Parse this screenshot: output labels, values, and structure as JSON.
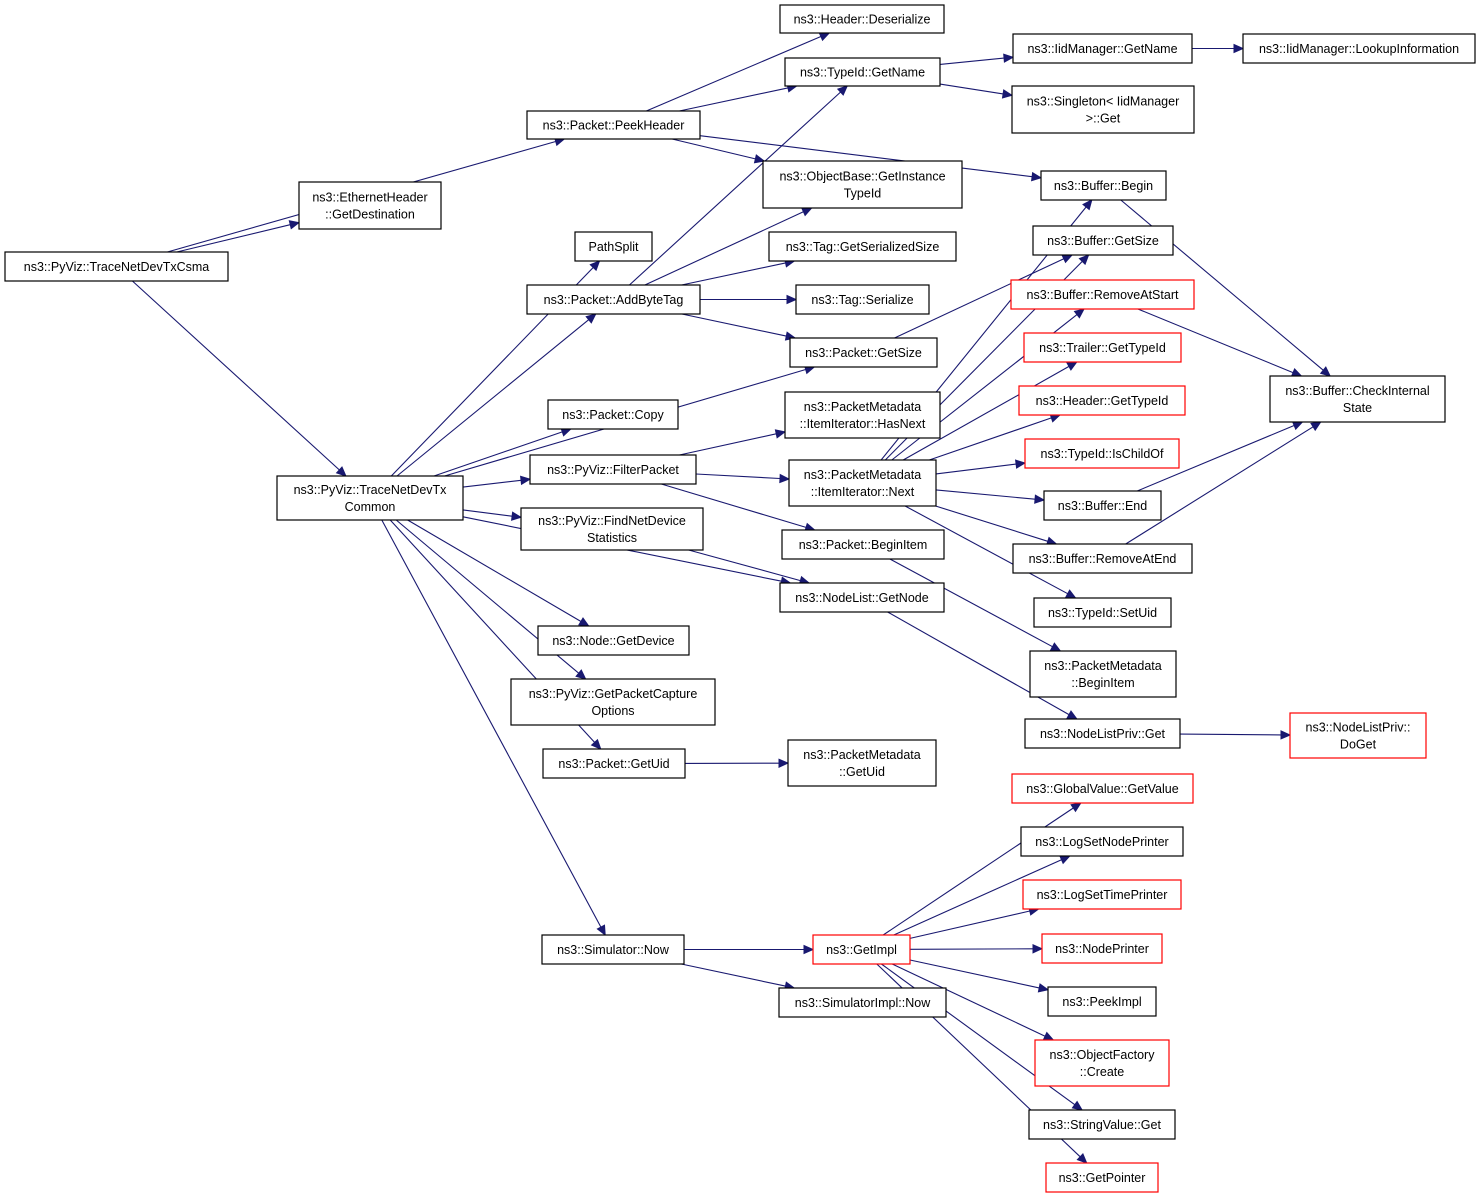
{
  "colors": {
    "edge": "#191970",
    "border_default": "#000000",
    "border_truncated": "#ff0000",
    "root_fill": "#bfbfbf",
    "node_fill": "#ffffff"
  },
  "nodes": {
    "root": {
      "lines": [
        "ns3::PyViz::TraceNetDevTxCsma"
      ],
      "style": "root"
    },
    "ethdst": {
      "lines": [
        "ns3::EthernetHeader",
        "::GetDestination"
      ],
      "style": "normal"
    },
    "peekhdr": {
      "lines": [
        "ns3::Packet::PeekHeader"
      ],
      "style": "normal"
    },
    "txcommon": {
      "lines": [
        "ns3::PyViz::TraceNetDevTx",
        "Common"
      ],
      "style": "normal"
    },
    "deser": {
      "lines": [
        "ns3::Header::Deserialize"
      ],
      "style": "normal"
    },
    "tidname": {
      "lines": [
        "ns3::TypeId::GetName"
      ],
      "style": "normal"
    },
    "iidname": {
      "lines": [
        "ns3::IidManager::GetName"
      ],
      "style": "normal"
    },
    "lookup": {
      "lines": [
        "ns3::IidManager::LookupInformation"
      ],
      "style": "normal"
    },
    "singleton": {
      "lines": [
        "ns3::Singleton< IidManager",
        ">::Get"
      ],
      "style": "normal"
    },
    "objbase": {
      "lines": [
        "ns3::ObjectBase::GetInstance",
        "TypeId"
      ],
      "style": "normal"
    },
    "bufbegin": {
      "lines": [
        "ns3::Buffer::Begin"
      ],
      "style": "normal"
    },
    "pathsplit": {
      "lines": [
        "PathSplit"
      ],
      "style": "normal"
    },
    "addbytetag": {
      "lines": [
        "ns3::Packet::AddByteTag"
      ],
      "style": "normal"
    },
    "tagsersize": {
      "lines": [
        "ns3::Tag::GetSerializedSize"
      ],
      "style": "normal"
    },
    "tagser": {
      "lines": [
        "ns3::Tag::Serialize"
      ],
      "style": "normal"
    },
    "pktsize": {
      "lines": [
        "ns3::Packet::GetSize"
      ],
      "style": "normal"
    },
    "bufsize": {
      "lines": [
        "ns3::Buffer::GetSize"
      ],
      "style": "normal"
    },
    "bufremstart": {
      "lines": [
        "ns3::Buffer::RemoveAtStart"
      ],
      "style": "truncated"
    },
    "trailertid": {
      "lines": [
        "ns3::Trailer::GetTypeId"
      ],
      "style": "truncated"
    },
    "headertid": {
      "lines": [
        "ns3::Header::GetTypeId"
      ],
      "style": "truncated"
    },
    "ischild": {
      "lines": [
        "ns3::TypeId::IsChildOf"
      ],
      "style": "truncated"
    },
    "bufend": {
      "lines": [
        "ns3::Buffer::End"
      ],
      "style": "normal"
    },
    "bufremend": {
      "lines": [
        "ns3::Buffer::RemoveAtEnd"
      ],
      "style": "normal"
    },
    "setuid": {
      "lines": [
        "ns3::TypeId::SetUid"
      ],
      "style": "normal"
    },
    "checkint": {
      "lines": [
        "ns3::Buffer::CheckInternal",
        "State"
      ],
      "style": "normal"
    },
    "copy": {
      "lines": [
        "ns3::Packet::Copy"
      ],
      "style": "normal"
    },
    "hasnext": {
      "lines": [
        "ns3::PacketMetadata",
        "::ItemIterator::HasNext"
      ],
      "style": "normal"
    },
    "filter": {
      "lines": [
        "ns3::PyViz::FilterPacket"
      ],
      "style": "normal"
    },
    "next": {
      "lines": [
        "ns3::PacketMetadata",
        "::ItemIterator::Next"
      ],
      "style": "normal"
    },
    "findstat": {
      "lines": [
        "ns3::PyViz::FindNetDevice",
        "Statistics"
      ],
      "style": "normal"
    },
    "beginitem": {
      "lines": [
        "ns3::Packet::BeginItem"
      ],
      "style": "normal"
    },
    "getnode": {
      "lines": [
        "ns3::NodeList::GetNode"
      ],
      "style": "normal"
    },
    "pmbegin": {
      "lines": [
        "ns3::PacketMetadata",
        "::BeginItem"
      ],
      "style": "normal"
    },
    "getdevice": {
      "lines": [
        "ns3::Node::GetDevice"
      ],
      "style": "normal"
    },
    "capture": {
      "lines": [
        "ns3::PyViz::GetPacketCapture",
        "Options"
      ],
      "style": "normal"
    },
    "nlpget": {
      "lines": [
        "ns3::NodeListPriv::Get"
      ],
      "style": "normal"
    },
    "doget": {
      "lines": [
        "ns3::NodeListPriv::",
        "DoGet"
      ],
      "style": "truncated"
    },
    "pktuid": {
      "lines": [
        "ns3::Packet::GetUid"
      ],
      "style": "normal"
    },
    "pmuid": {
      "lines": [
        "ns3::PacketMetadata",
        "::GetUid"
      ],
      "style": "normal"
    },
    "gvget": {
      "lines": [
        "ns3::GlobalValue::GetValue"
      ],
      "style": "truncated"
    },
    "lognode": {
      "lines": [
        "ns3::LogSetNodePrinter"
      ],
      "style": "normal"
    },
    "logtime": {
      "lines": [
        "ns3::LogSetTimePrinter"
      ],
      "style": "truncated"
    },
    "now": {
      "lines": [
        "ns3::Simulator::Now"
      ],
      "style": "normal"
    },
    "getimpl": {
      "lines": [
        "ns3::GetImpl"
      ],
      "style": "truncated"
    },
    "nodeprinter": {
      "lines": [
        "ns3::NodePrinter"
      ],
      "style": "truncated"
    },
    "peekimpl": {
      "lines": [
        "ns3::PeekImpl"
      ],
      "style": "normal"
    },
    "simnow": {
      "lines": [
        "ns3::SimulatorImpl::Now"
      ],
      "style": "normal"
    },
    "objfactory": {
      "lines": [
        "ns3::ObjectFactory",
        "::Create"
      ],
      "style": "truncated"
    },
    "strget": {
      "lines": [
        "ns3::StringValue::Get"
      ],
      "style": "normal"
    },
    "getpointer": {
      "lines": [
        "ns3::GetPointer"
      ],
      "style": "truncated"
    }
  },
  "edges": [
    [
      "root",
      "ethdst"
    ],
    [
      "root",
      "peekhdr"
    ],
    [
      "root",
      "txcommon"
    ],
    [
      "peekhdr",
      "deser"
    ],
    [
      "peekhdr",
      "tidname"
    ],
    [
      "peekhdr",
      "objbase"
    ],
    [
      "peekhdr",
      "bufbegin"
    ],
    [
      "tidname",
      "iidname"
    ],
    [
      "tidname",
      "singleton"
    ],
    [
      "iidname",
      "lookup"
    ],
    [
      "txcommon",
      "pathsplit"
    ],
    [
      "txcommon",
      "addbytetag"
    ],
    [
      "txcommon",
      "pktsize"
    ],
    [
      "txcommon",
      "copy"
    ],
    [
      "txcommon",
      "filter"
    ],
    [
      "txcommon",
      "findstat"
    ],
    [
      "txcommon",
      "getnode"
    ],
    [
      "txcommon",
      "getdevice"
    ],
    [
      "txcommon",
      "capture"
    ],
    [
      "txcommon",
      "pktuid"
    ],
    [
      "txcommon",
      "now"
    ],
    [
      "addbytetag",
      "tidname"
    ],
    [
      "addbytetag",
      "objbase"
    ],
    [
      "addbytetag",
      "tagsersize"
    ],
    [
      "addbytetag",
      "tagser"
    ],
    [
      "addbytetag",
      "pktsize"
    ],
    [
      "pktsize",
      "bufsize"
    ],
    [
      "bufbegin",
      "checkint"
    ],
    [
      "bufremstart",
      "checkint"
    ],
    [
      "bufend",
      "checkint"
    ],
    [
      "bufremend",
      "checkint"
    ],
    [
      "filter",
      "hasnext"
    ],
    [
      "filter",
      "next"
    ],
    [
      "filter",
      "beginitem"
    ],
    [
      "next",
      "bufbegin"
    ],
    [
      "next",
      "bufsize"
    ],
    [
      "next",
      "bufremstart"
    ],
    [
      "next",
      "trailertid"
    ],
    [
      "next",
      "headertid"
    ],
    [
      "next",
      "ischild"
    ],
    [
      "next",
      "bufend"
    ],
    [
      "next",
      "bufremend"
    ],
    [
      "next",
      "setuid"
    ],
    [
      "findstat",
      "getnode"
    ],
    [
      "beginitem",
      "pmbegin"
    ],
    [
      "getnode",
      "nlpget"
    ],
    [
      "nlpget",
      "doget"
    ],
    [
      "pktuid",
      "pmuid"
    ],
    [
      "now",
      "getimpl"
    ],
    [
      "now",
      "simnow"
    ],
    [
      "getimpl",
      "gvget"
    ],
    [
      "getimpl",
      "lognode"
    ],
    [
      "getimpl",
      "logtime"
    ],
    [
      "getimpl",
      "nodeprinter"
    ],
    [
      "getimpl",
      "peekimpl"
    ],
    [
      "getimpl",
      "objfactory"
    ],
    [
      "getimpl",
      "strget"
    ],
    [
      "getimpl",
      "getpointer"
    ]
  ]
}
